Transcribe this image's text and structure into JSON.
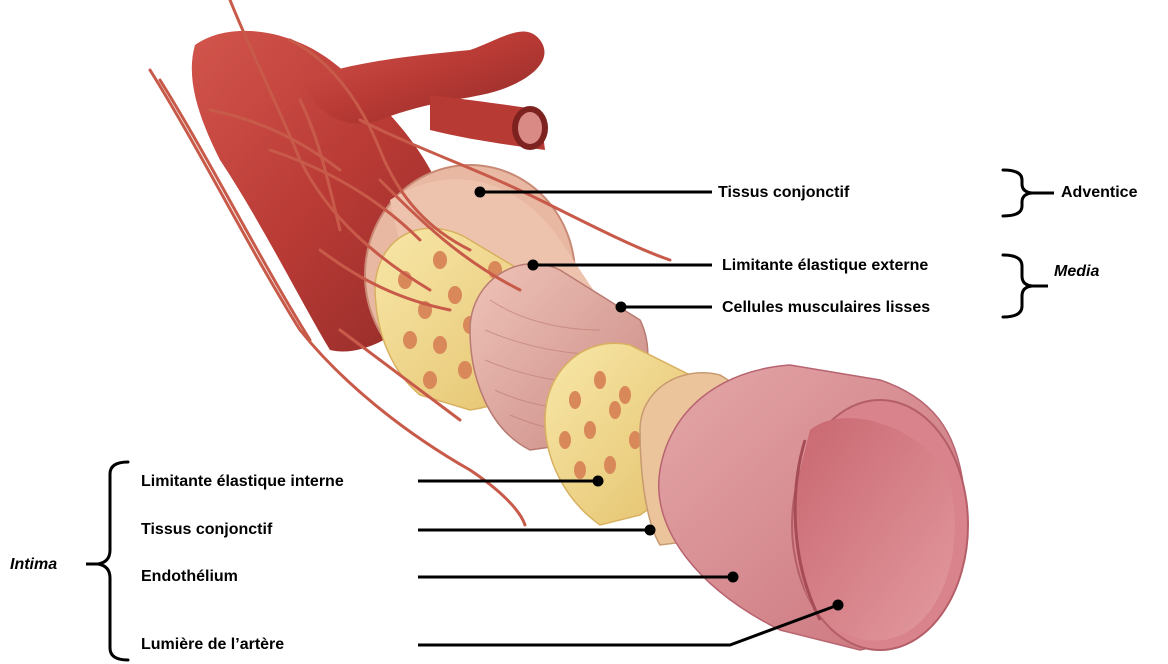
{
  "labels": {
    "adventice_tissu": "Tissus conjonctif",
    "limitante_externe": "Limitante élastique externe",
    "cellules_musculaires": "Cellules musculaires lisses",
    "limitante_interne": "Limitante élastique interne",
    "intima_tissu": "Tissus conjonctif",
    "endothelium": "Endothélium",
    "lumiere": "Lumière de l’artère"
  },
  "groups": {
    "adventice": "Adventice",
    "media": "Media",
    "intima": "Intima"
  },
  "colors": {
    "artery_red": "#c2403a",
    "artery_dark": "#8e2a27",
    "adventitia_pink": "#e8b9a6",
    "elastic_yellow": "#f1d98a",
    "elastic_hole": "#d9885a",
    "muscle_pink": "#d99a94",
    "intima_pink": "#d8828a",
    "lumen_dark": "#b2545c",
    "leader_line": "#000000"
  }
}
